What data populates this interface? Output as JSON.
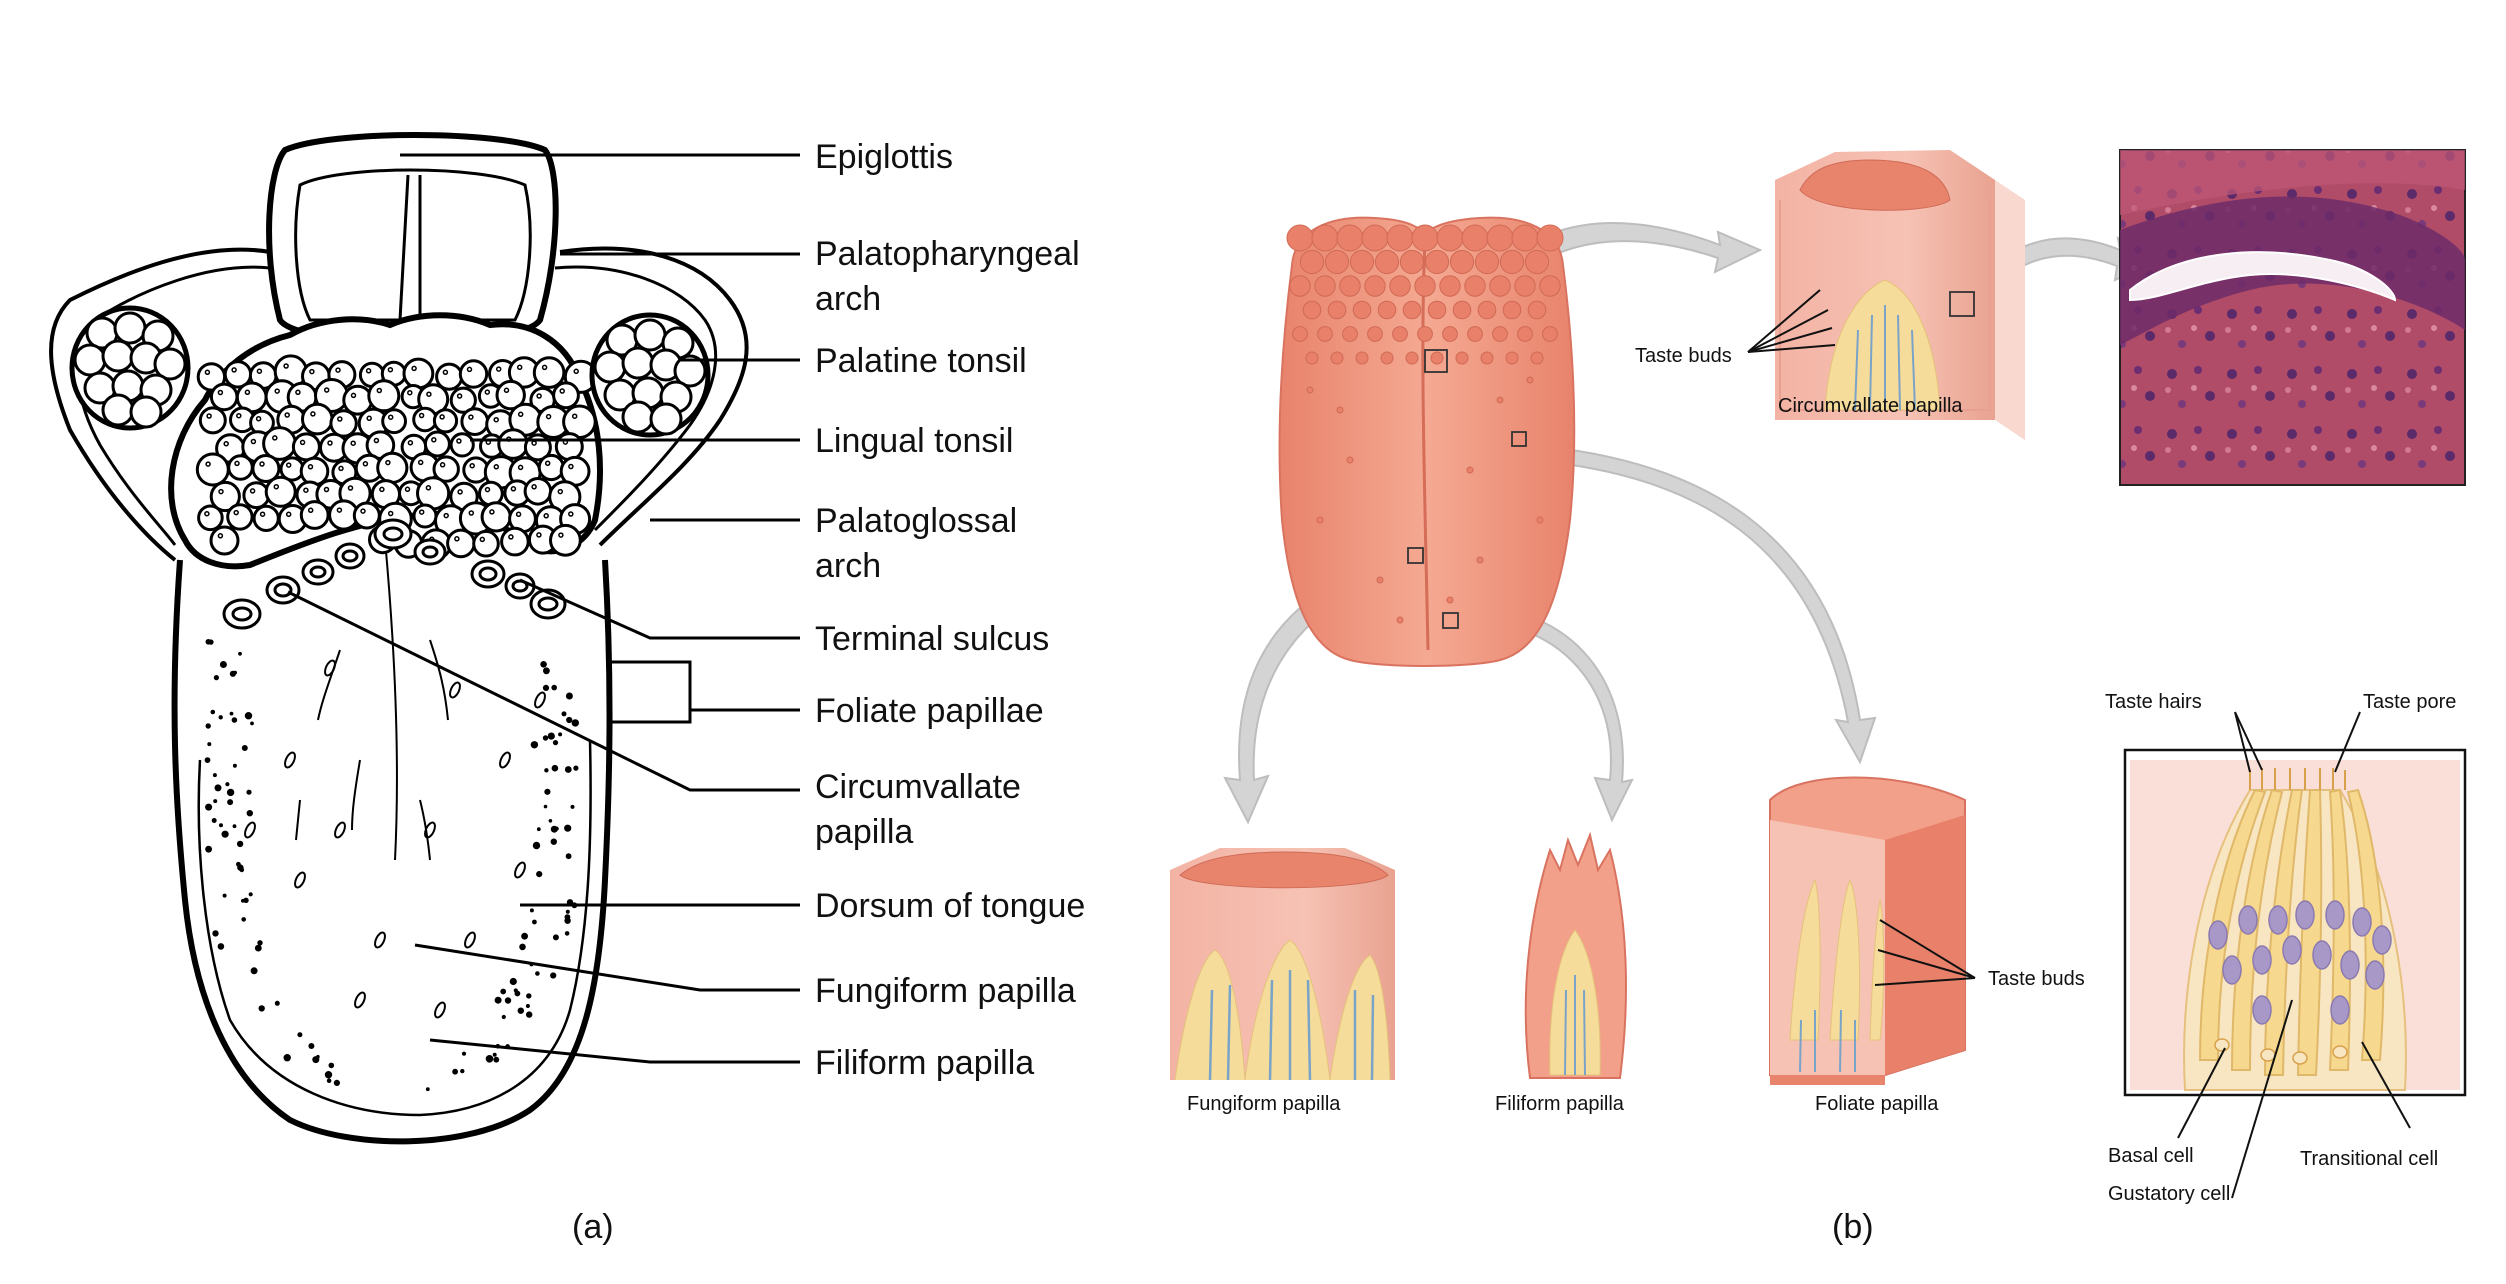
{
  "panel_a": {
    "caption": "(a)",
    "labels": {
      "epiglottis": "Epiglottis",
      "palatopharyngeal_1": "Palatopharyngeal",
      "palatopharyngeal_2": "arch",
      "palatine_tonsil": "Palatine tonsil",
      "lingual_tonsil": "Lingual tonsil",
      "palatoglossal_1": "Palatoglossal",
      "palatoglossal_2": "arch",
      "terminal_sulcus": "Terminal sulcus",
      "foliate_papillae": "Foliate papillae",
      "circumvallate_1": "Circumvallate",
      "circumvallate_2": "papilla",
      "dorsum": "Dorsum of tongue",
      "fungiform": "Fungiform papilla",
      "filiform": "Filiform papilla"
    }
  },
  "panel_b": {
    "caption": "(b)",
    "labels": {
      "taste_buds_top": "Taste buds",
      "circumvallate_papilla": "Circumvallate papilla",
      "fungiform_papilla": "Fungiform papilla",
      "filiform_papilla": "Filiform papilla",
      "foliate_papilla": "Foliate papilla",
      "taste_buds_foliate": "Taste buds",
      "taste_hairs": "Taste hairs",
      "taste_pore": "Taste pore",
      "basal_cell": "Basal cell",
      "gustatory_cell": "Gustatory cell",
      "transitional_cell": "Transitional cell"
    }
  },
  "colors": {
    "tongue": "#f2a08a",
    "tongue_dark": "#e07e68",
    "bud": "#f6dc9a",
    "nucleus": "#a898c8",
    "histology": "#8e3048",
    "arrow": "#cfcfcf"
  }
}
